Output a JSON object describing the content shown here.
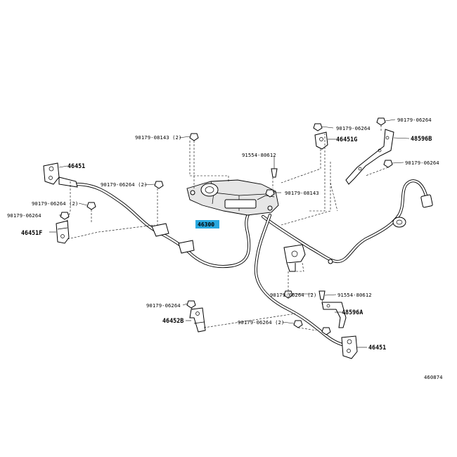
{
  "diagram": {
    "drawing_code": "460874",
    "highlight_color": "#29a8df",
    "labels": {
      "actuator": "46300",
      "cable_left": "46451",
      "cable_right": "46451",
      "bracket_upper_right": "46451G",
      "bracket_left": "46451F",
      "bracket_lower_left": "46452B",
      "bracket_upper_far_right": "48596B",
      "bracket_lower_right": "48596A",
      "bolt_actuator_top": "90179-08143 (2)",
      "nut_upper_left": "90179-06264 (2)",
      "nut_left_a": "90179-06264 (2)",
      "nut_left_b": "90179-06264",
      "screw_top": "91554-80612",
      "bolt_actuator_right": "90179-08143",
      "nut_upper_right": "90179-06264",
      "nut_far_right_top": "90179-06264",
      "nut_far_right_mid": "90179-06264",
      "nut_center_lower": "90179-06264 (2)",
      "screw_lower_right": "91554-80612",
      "nut_lower_left": "90179-06264",
      "nut_bottom": "90179-06264 (2)"
    }
  }
}
